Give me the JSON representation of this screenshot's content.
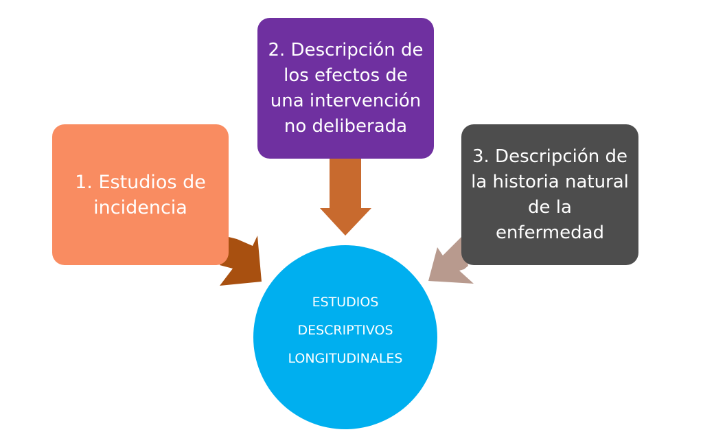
{
  "boxes": [
    {
      "lines": [
        "1. Estudios de",
        "incidencia"
      ],
      "color": "#F98C61"
    },
    {
      "lines": [
        "2. Descripción de",
        "los efectos de",
        "una intervención",
        "no deliberada"
      ],
      "color": "#6F30A0"
    },
    {
      "lines": [
        "3. Descripción de",
        "la historia natural",
        "de la",
        "enfermedad"
      ],
      "color": "#4D4D4D"
    }
  ],
  "center": {
    "lines": [
      "ESTUDIOS",
      "DESCRIPTIVOS",
      "LONGITUDINALES"
    ],
    "color": "#00AFEF"
  },
  "arrows": {
    "left_color": "#A85010",
    "top_color": "#C86A2E",
    "right_color": "#B89A8E"
  }
}
